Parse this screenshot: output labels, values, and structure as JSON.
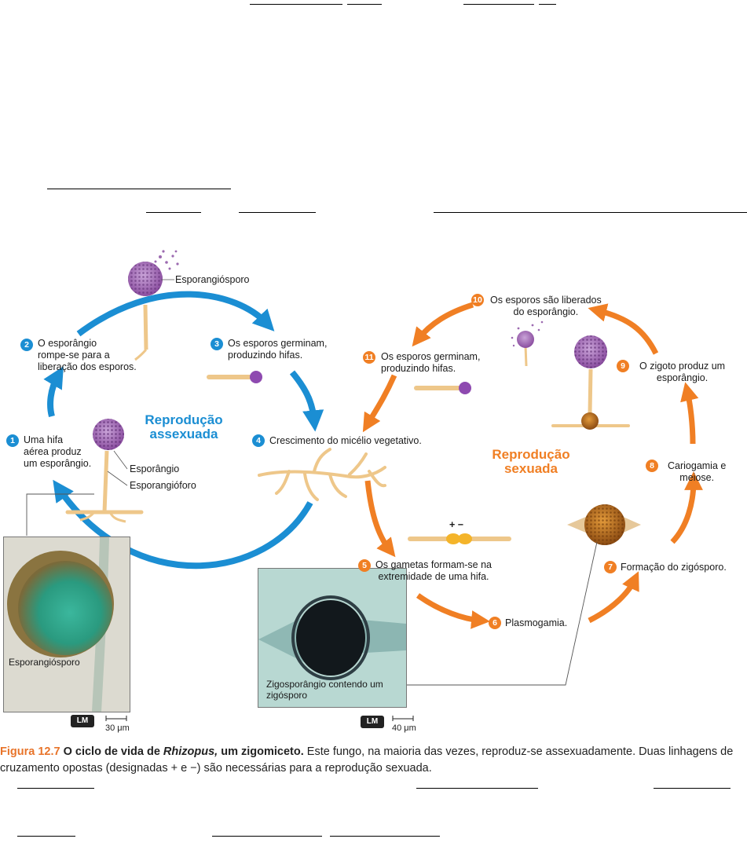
{
  "diagram": {
    "asexual_title": [
      "Reprodução",
      "assexuada"
    ],
    "sexual_title": [
      "Reprodução",
      "sexuada"
    ],
    "labels": {
      "esporangiosporo_top": "Esporangiósporo",
      "esporangio": "Esporângio",
      "esporangioforo": "Esporangióforo",
      "photo1_label": "Esporangiósporo",
      "photo2_label": [
        "Zigosporângio contendo um",
        "zigósporo"
      ],
      "plus_minus": "+  −"
    },
    "steps": [
      {
        "num": "1",
        "text": [
          "Uma hifa",
          "aérea produz",
          "um esporângio."
        ]
      },
      {
        "num": "2",
        "text": [
          "O esporângio",
          "rompe-se para a",
          "liberação dos esporos."
        ]
      },
      {
        "num": "3",
        "text": [
          "Os esporos germinam,",
          "produzindo hifas."
        ]
      },
      {
        "num": "4",
        "text": [
          "Crescimento do micélio vegetativo."
        ]
      },
      {
        "num": "5",
        "text": [
          "Os gametas formam-se na",
          "extremidade de uma hifa."
        ]
      },
      {
        "num": "6",
        "text": [
          "Plasmogamia."
        ]
      },
      {
        "num": "7",
        "text": [
          "Formação do zigósporo."
        ]
      },
      {
        "num": "8",
        "text": [
          "Cariogamia e",
          "meiose."
        ]
      },
      {
        "num": "9",
        "text": [
          "O zigoto produz um",
          "esporângio."
        ]
      },
      {
        "num": "10",
        "text": [
          "Os esporos são liberados",
          "do esporângio."
        ]
      },
      {
        "num": "11",
        "text": [
          "Os esporos germinam,",
          "produzindo hifas."
        ]
      }
    ],
    "scalebars": [
      {
        "badge": "LM",
        "scale": "30 μm"
      },
      {
        "badge": "LM",
        "scale": "40 μm"
      }
    ]
  },
  "caption": {
    "figure_number": "Figura 12.7",
    "figure_title_pre": "O ciclo de vida de ",
    "figure_title_italic": "Rhizopus,",
    "figure_title_post": " um zigomiceto.",
    "text": " Este fungo, na maioria das vezes, reproduz-se assexuadamente. Duas linhagens de cruzamento opostas (designadas + e −) são necessárias para a reprodução sexuada."
  },
  "colors": {
    "blue": "#1b8ed3",
    "orange": "#f07f24"
  }
}
